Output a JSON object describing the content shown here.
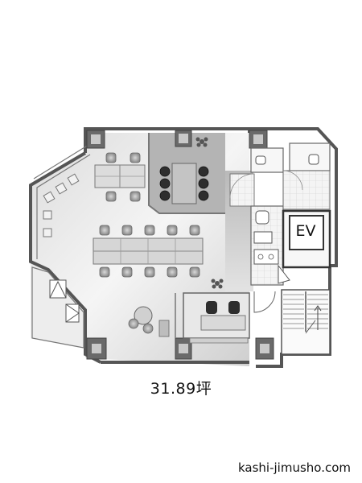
{
  "floor_plan": {
    "area_label": "31.89坪",
    "elevator_label": "EV",
    "site_label": "kashi-jimusho.com"
  },
  "colors": {
    "wall": "#5a5a5a",
    "floor_dark": "#9a9a9a",
    "floor_mid": "#c8c8c8",
    "floor_light": "#ececec",
    "furniture": "#b5b5b5",
    "chair_dark": "#2e2e2e",
    "tile_grid": "#cfcfcf"
  }
}
